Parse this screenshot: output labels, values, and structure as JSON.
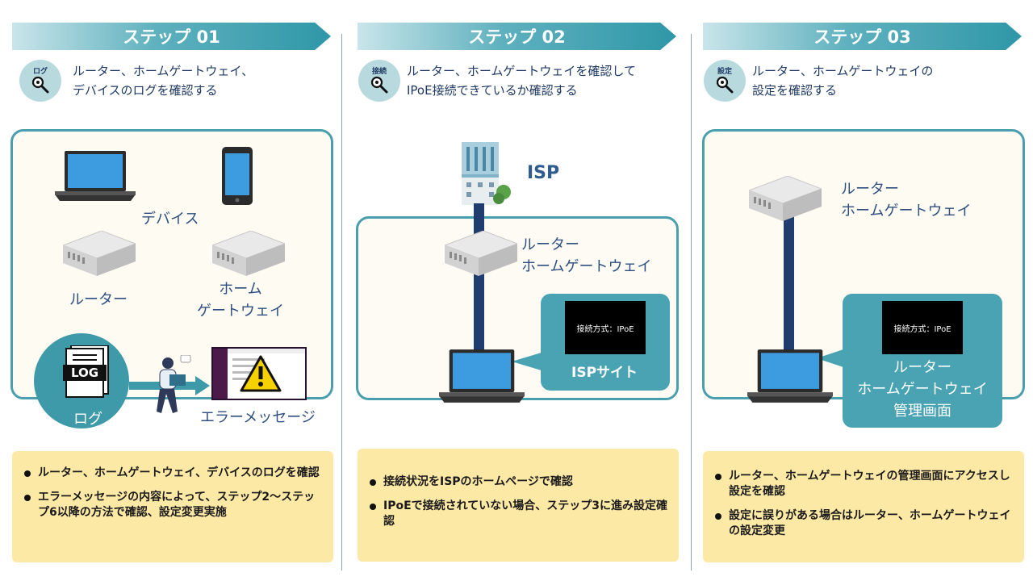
{
  "steps": [
    {
      "banner": "ステップ 01",
      "icon_tag": "ログ",
      "icon": "magnifier-icon",
      "heading": "ルーター、ホームゲートウェイ、\nデバイスのログを確認する",
      "labels": {
        "device": "デバイス",
        "router": "ルーター",
        "hgw": "ホーム\nゲートウェイ",
        "log": "ログ",
        "log_doc": "LOG",
        "error": "エラーメッセージ"
      },
      "notes": [
        "ルーター、ホームゲートウェイ、デバイスのログを確認",
        "エラーメッセージの内容によって、ステップ2〜ステップ6以降の方法で確認、設定変更実施"
      ]
    },
    {
      "banner": "ステップ 02",
      "icon_tag": "接続",
      "icon": "magnifier-icon",
      "heading": "ルーター、ホームゲートウェイを確認して\nIPoE接続できているか確認する",
      "labels": {
        "isp": "ISP",
        "router": "ルーター\nホームゲートウェイ",
        "screen": "接続方式：IPoE",
        "site": "ISPサイト"
      },
      "notes": [
        "接続状況をISPのホームページで確認",
        "IPoEで接続されていない場合、ステップ3に進み設定確認"
      ]
    },
    {
      "banner": "ステップ 03",
      "icon_tag": "設定",
      "icon": "magnifier-icon",
      "heading": "ルーター、ホームゲートウェイの\n設定を確認する",
      "labels": {
        "router": "ルーター\nホームゲートウェイ",
        "screen": "接続方式：IPoE",
        "admin": "ルーター\nホームゲートウェイ\n管理画面"
      },
      "notes": [
        "ルーター、ホームゲートウェイの管理画面にアクセスし設定を確認",
        "設定に誤りがある場合はルーター、ホームゲートウェイの設定変更"
      ]
    }
  ],
  "colors": {
    "accent": "#4a9fae",
    "cable": "#1f3d6e",
    "note_bg": "#fde9a6",
    "panel_bg": "#fdfbf2",
    "text": "#1f3864"
  }
}
